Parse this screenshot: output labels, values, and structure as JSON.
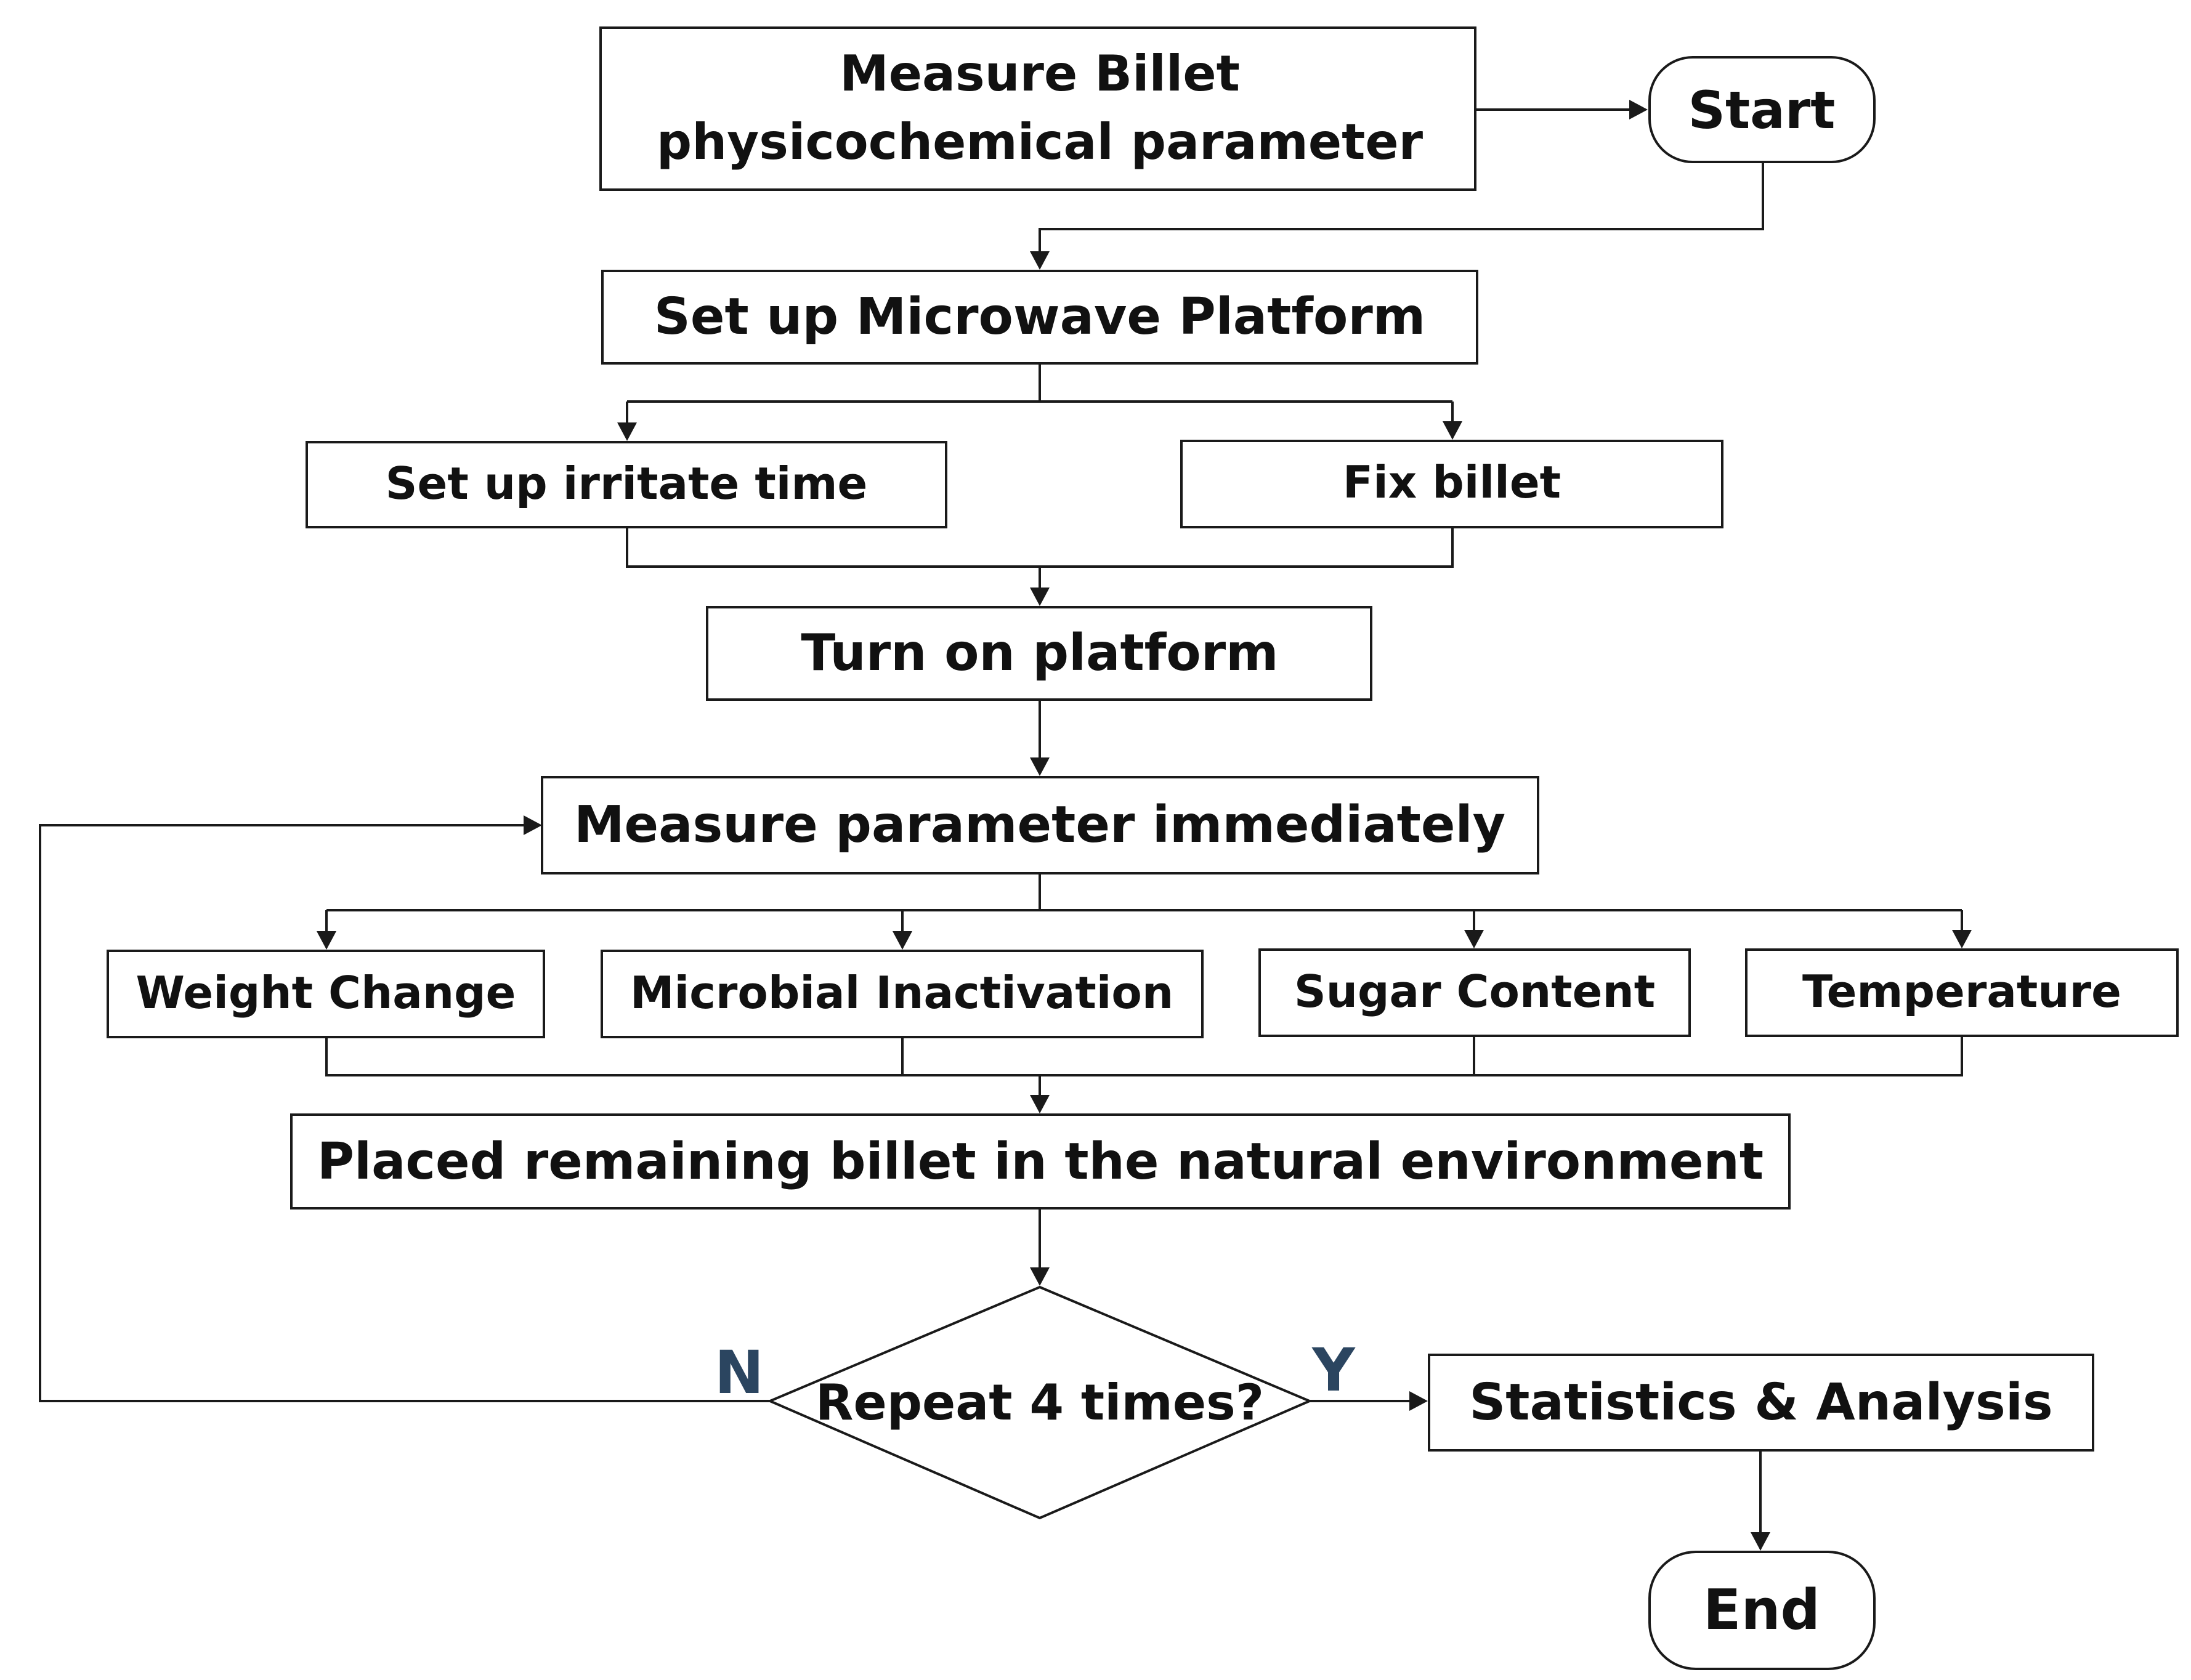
{
  "nodes": {
    "measure_billet": {
      "line1": "Measure Billet",
      "line2": "physicochemical parameter"
    },
    "start": "Start",
    "setup_platform": "Set up Microwave Platform",
    "irritate_time": "Set up irritate time",
    "fix_billet": "Fix billet",
    "turn_on": "Turn on platform",
    "measure_immediately": "Measure parameter immediately",
    "weight_change": "Weight Change",
    "microbial": "Microbial Inactivation",
    "sugar": "Sugar Content",
    "temperature": "Temperature",
    "placed_remaining": "Placed remaining billet in the natural environment",
    "repeat": "Repeat 4 times?",
    "statistics": "Statistics & Analysis",
    "end": "End"
  },
  "branches": {
    "no": "N",
    "yes": "Y"
  },
  "colors": {
    "stroke": "#1a1a1a",
    "text": "#111111",
    "branch_label": "#2b4560"
  }
}
